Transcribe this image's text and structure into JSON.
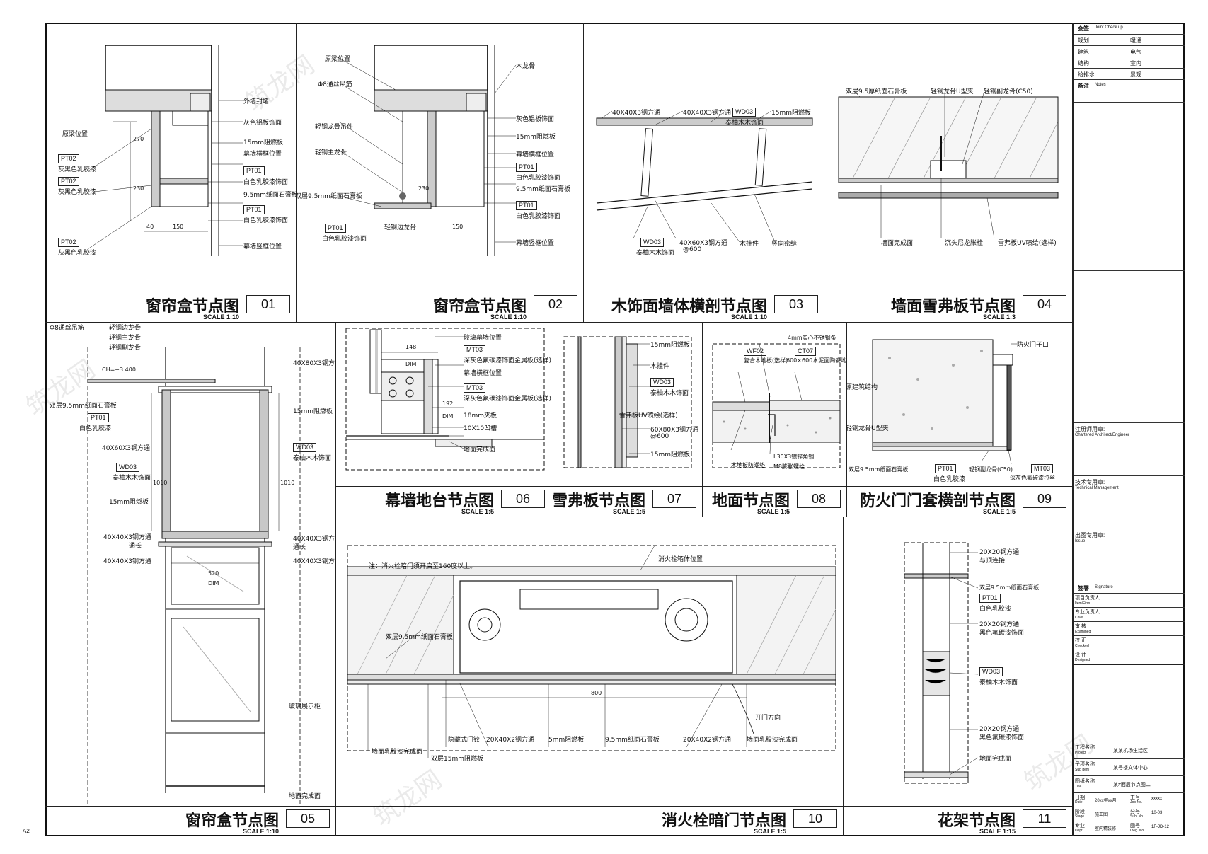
{
  "sheet_size": "A2",
  "panels": [
    {
      "id": "p01",
      "title": "窗帘盒节点图",
      "num": "01",
      "scale": "SCALE 1:10",
      "labels": [
        "外墙封堵",
        "灰色铝板饰面",
        "15mm阻燃板",
        "幕墙横框位置",
        "白色乳胶漆饰面",
        "9.5mm纸面石膏板",
        "白色乳胶漆饰面",
        "幕墙竖框位置",
        "原梁位置",
        "灰黑色乳胶漆",
        "灰黑色乳胶漆",
        "灰黑色乳胶漆"
      ],
      "codes": [
        "PT02",
        "PT02",
        "PT02",
        "PT01",
        "PT01"
      ],
      "dims": [
        "270",
        "230",
        "40",
        "150"
      ]
    },
    {
      "id": "p02",
      "title": "窗帘盒节点图",
      "num": "02",
      "scale": "SCALE 1:10",
      "labels": [
        "原梁位置",
        "Φ8通丝吊筋",
        "轻钢龙骨吊件",
        "轻钢主龙骨",
        "双层9.5mm纸面石膏板",
        "白色乳胶漆饰面",
        "轻钢边龙骨",
        "木龙骨",
        "灰色铝板饰面",
        "15mm阻燃板",
        "幕墙横框位置",
        "白色乳胶漆饰面",
        "9.5mm纸面石膏板",
        "白色乳胶漆饰面",
        "幕墙竖框位置"
      ],
      "codes": [
        "PT01",
        "PT01",
        "PT01"
      ],
      "dims": [
        "230",
        "150"
      ]
    },
    {
      "id": "p03",
      "title": "木饰面墙体横剖节点图",
      "num": "03",
      "scale": "SCALE 1:10",
      "labels": [
        "40X40X3钢方通",
        "40X40X3钢方通",
        "泰柚木木饰面",
        "15mm阻燃板",
        "泰柚木木饰面",
        "40X60X3钢方通",
        "@600",
        "木挂件",
        "竖向密缝"
      ],
      "codes": [
        "WD03",
        "WD03"
      ]
    },
    {
      "id": "p04",
      "title": "墙面雪弗板节点图",
      "num": "04",
      "scale": "SCALE 1:3",
      "labels": [
        "双层9.5厚纸面石膏板",
        "轻钢龙骨U型夹",
        "轻钢副龙骨(C50)",
        "墙面完成面",
        "沉头尼龙胀栓",
        "雪弗板UV喷绘(选样)"
      ]
    },
    {
      "id": "p05",
      "title": "窗帘盒节点图",
      "num": "05",
      "scale": "SCALE 1:10",
      "labels": [
        "Φ8通丝吊筋",
        "轻钢边龙骨",
        "轻钢主龙骨",
        "轻钢副龙骨",
        "CH=+3.400",
        "双层9.5mm纸面石膏板",
        "白色乳胶漆",
        "40X60X3钢方通",
        "泰柚木木饰面",
        "15mm阻燃板",
        "40X40X3钢方通",
        "通长",
        "40X40X3钢方通",
        "40X80X3钢方通",
        "15mm阻燃板",
        "泰柚木木饰面",
        "40X40X3钢方通",
        "通长",
        "40X40X3钢方通",
        "玻璃展示柜",
        "地面完成面"
      ],
      "codes": [
        "PT01",
        "WD03",
        "WD03"
      ],
      "dims": [
        "1010",
        "1010",
        "520",
        "DIM"
      ]
    },
    {
      "id": "p06",
      "title": "幕墙地台节点图",
      "num": "06",
      "scale": "SCALE 1:5",
      "labels": [
        "玻璃幕墙位置",
        "深灰色氟碳漆饰面金属板(选样)",
        "幕墙横框位置",
        "深灰色氟碳漆饰面金属板(选样)",
        "18mm夹板",
        "10X10凹槽",
        "地面完成面"
      ],
      "codes": [
        "MT03",
        "MT03"
      ],
      "dims": [
        "148",
        "DIM",
        "192",
        "DIM"
      ]
    },
    {
      "id": "p07",
      "title": "雪弗板节点图",
      "num": "07",
      "scale": "SCALE 1:5",
      "labels": [
        "15mm阻燃板",
        "木挂件",
        "泰柚木木饰面",
        "雪弗板UV喷绘(选样)",
        "60X80X3钢方通",
        "@600",
        "15mm阻燃板"
      ],
      "codes": [
        "WD03"
      ]
    },
    {
      "id": "p08",
      "title": "地面节点图",
      "num": "08",
      "scale": "SCALE 1:5",
      "labels": [
        "4mm实心不锈钢条",
        "复合木地板(选样)",
        "600×600水泥面陶瓷地砖",
        "木地板防潮垫",
        "L30X3镀锌角钢",
        "M8膨胀螺栓"
      ],
      "codes": [
        "WF02",
        "CT07"
      ]
    },
    {
      "id": "p09",
      "title": "防火门门套横剖节点图",
      "num": "09",
      "scale": "SCALE 1:5",
      "labels": [
        "防火门子口",
        "原建筑结构",
        "轻钢龙骨U型夹",
        "双层9.5mm纸面石膏板",
        "白色乳胶漆",
        "轻钢副龙骨(C50)",
        "深灰色氟碳漆拉丝"
      ],
      "codes": [
        "PT01",
        "MT03"
      ]
    },
    {
      "id": "p10",
      "title": "消火栓暗门节点图",
      "num": "10",
      "scale": "SCALE 1:5",
      "labels": [
        "注：消火栓暗门须开启至160度以上。",
        "消火栓箱体位置",
        "双层9.5mm纸面石膏板",
        "墙面乳胶漆完成面",
        "双层15mm阻燃板",
        "隐藏式门铰",
        "20X40X2钢方通",
        "5mm阻燃板",
        "9.5mm纸面石膏板",
        "20X40X2钢方通",
        "墙面乳胶漆完成面",
        "开门方向"
      ],
      "dims": [
        "800"
      ]
    },
    {
      "id": "p11",
      "title": "花架节点图",
      "num": "11",
      "scale": "SCALE 1:15",
      "labels": [
        "20X20钢方通",
        "与顶连接",
        "双层9.5mm纸面石膏板",
        "白色乳胶漆",
        "20X20钢方通",
        "黑色氟碳漆饰面",
        "泰柚木木饰面",
        "20X20钢方通",
        "黑色氟碳漆饰面",
        "地面完成面"
      ],
      "codes": [
        "PT01",
        "WD03"
      ]
    }
  ],
  "title_block": {
    "joint_check": "会签",
    "joint_check_en": "Joint Check up",
    "disciplines": [
      [
        "规划",
        "暖通"
      ],
      [
        "建筑",
        "电气"
      ],
      [
        "结构",
        "室内"
      ],
      [
        "给排水",
        "景观"
      ]
    ],
    "notes": "备注",
    "notes_en": "Notes",
    "architect": "注册师用章:",
    "architect_en": "Chartered Architect/Engineer",
    "technical": "技术专用章:",
    "technical_en": "Technical Management",
    "issue": "出图专用章:",
    "issue_en": "Issue",
    "signature": "签署",
    "signature_en": "Signature",
    "sign_rows": [
      [
        "项目负责人",
        "Item/Firm"
      ],
      [
        "专业负责人",
        "Chief"
      ],
      [
        "审  核",
        "Examined"
      ],
      [
        "校  正",
        "Checked"
      ],
      [
        "设  计",
        "Designed"
      ]
    ],
    "project_label": "工程名称",
    "project_label_en": "Project",
    "project": "某某机场生活区",
    "subitem_label": "子项名称",
    "subitem_label_en": "Sub Item",
    "subitem": "某号楼文体中心",
    "drawing_label": "图纸名称",
    "drawing_label_en": "Title",
    "drawing": "某#面层节点图二",
    "date_label": "日期",
    "date_label_en": "Date",
    "date": "20xx年xx月",
    "job_label": "工号",
    "job_label_en": "Job No.",
    "job": "xxxxx",
    "stage_label": "阶段",
    "stage_label_en": "Stage",
    "stage": "施工图",
    "subno_label": "分号",
    "subno_label_en": "Sub. No.",
    "subno": "10-03",
    "dept_label": "专业",
    "dept_label_en": "Dept.",
    "dept": "室内精装修",
    "dwgno_label": "图号",
    "dwgno_label_en": "Dwg. No.",
    "dwgno": "1F-JD-12"
  },
  "watermark": "筑龙网"
}
